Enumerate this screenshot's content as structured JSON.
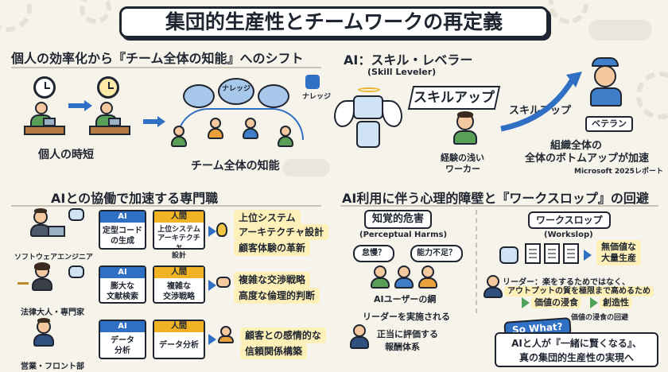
{
  "title": "集団的生産性とチームワークの再定義",
  "s1": {
    "title": "個人の効率化から『チーム全体の知能』へのシフト",
    "left_label": "個人の時短",
    "right_label": "チーム全体の知能",
    "brain_label": "ナレッジ",
    "knowledge_icon_label": "ナレッジ"
  },
  "s2": {
    "title": "AI：スキル・レベラー",
    "subtitle": "(Skill Leveler)",
    "banner1": "スキルアップ",
    "banner2": "スキルアップ",
    "novice": "経験の浅い\nワーカー",
    "novice_l1": "経験の浅い",
    "novice_l2": "ワーカー",
    "veteran": "ベテラン",
    "summary_l1": "組織全体の",
    "summary_l2": "全体のボトムアップが加速",
    "source": "Microsoft 2025レポート"
  },
  "s3": {
    "title": "AIとの協働で加速する専門職",
    "ai_header": "AI",
    "human_header": "人間",
    "rows": [
      {
        "role": "ソフトウェアエンジニア",
        "ai": [
          "定型コード",
          "の生成"
        ],
        "human": [
          "上位システム",
          "アーキテクチャ",
          "設計"
        ],
        "out": [
          "上位システム",
          "アーキテクチャ設計",
          "顧客体験の革新"
        ]
      },
      {
        "role": "法律大人・専門家",
        "ai": [
          "膨大な",
          "文献検索"
        ],
        "human": [
          "複雑な",
          "交渉戦略"
        ],
        "out": [
          "複雑な交渉戦略",
          "高度な倫理的判断"
        ]
      },
      {
        "role": "営業・フロント部",
        "ai": [
          "データ",
          "分析"
        ],
        "human": [
          "データ分析"
        ],
        "out": [
          "顧客との感情的な",
          "信頼関係構築"
        ]
      }
    ]
  },
  "s4": {
    "title": "AI利用に伴う心理的障壁と『ワークスロップ』の回避",
    "left_title": "知覚的危害",
    "left_sub": "(Perceptual Harms)",
    "bubble1": "怠慢？",
    "bubble2": "能力不足？",
    "stigma": "AIユーザーの綱",
    "leader": "リーダーを実施される",
    "fair_l1": "正当に評価する",
    "fair_l2": "報酬体系",
    "right_title": "ワークスロップ",
    "right_sub": "(Workslop)",
    "worthless_l1": "無価値な",
    "worthless_l2": "大量生産",
    "leader_l1": "リーダー：楽をするためではなく、",
    "leader_l2": "アウトプットの質を極限まで高めるため",
    "flow1": "価値の浸食",
    "flow2": "創造性",
    "flow_note": "価値の浸食の回避",
    "so_what": "So What?",
    "final_l1": "AIと人が『一緒に賢くなる』、",
    "final_l2": "真の集団的生産性の実現へ"
  },
  "colors": {
    "accent": "#2f6fc4",
    "human": "#f0b323",
    "highlight": "#fdf0b8",
    "ink": "#1f2530"
  }
}
